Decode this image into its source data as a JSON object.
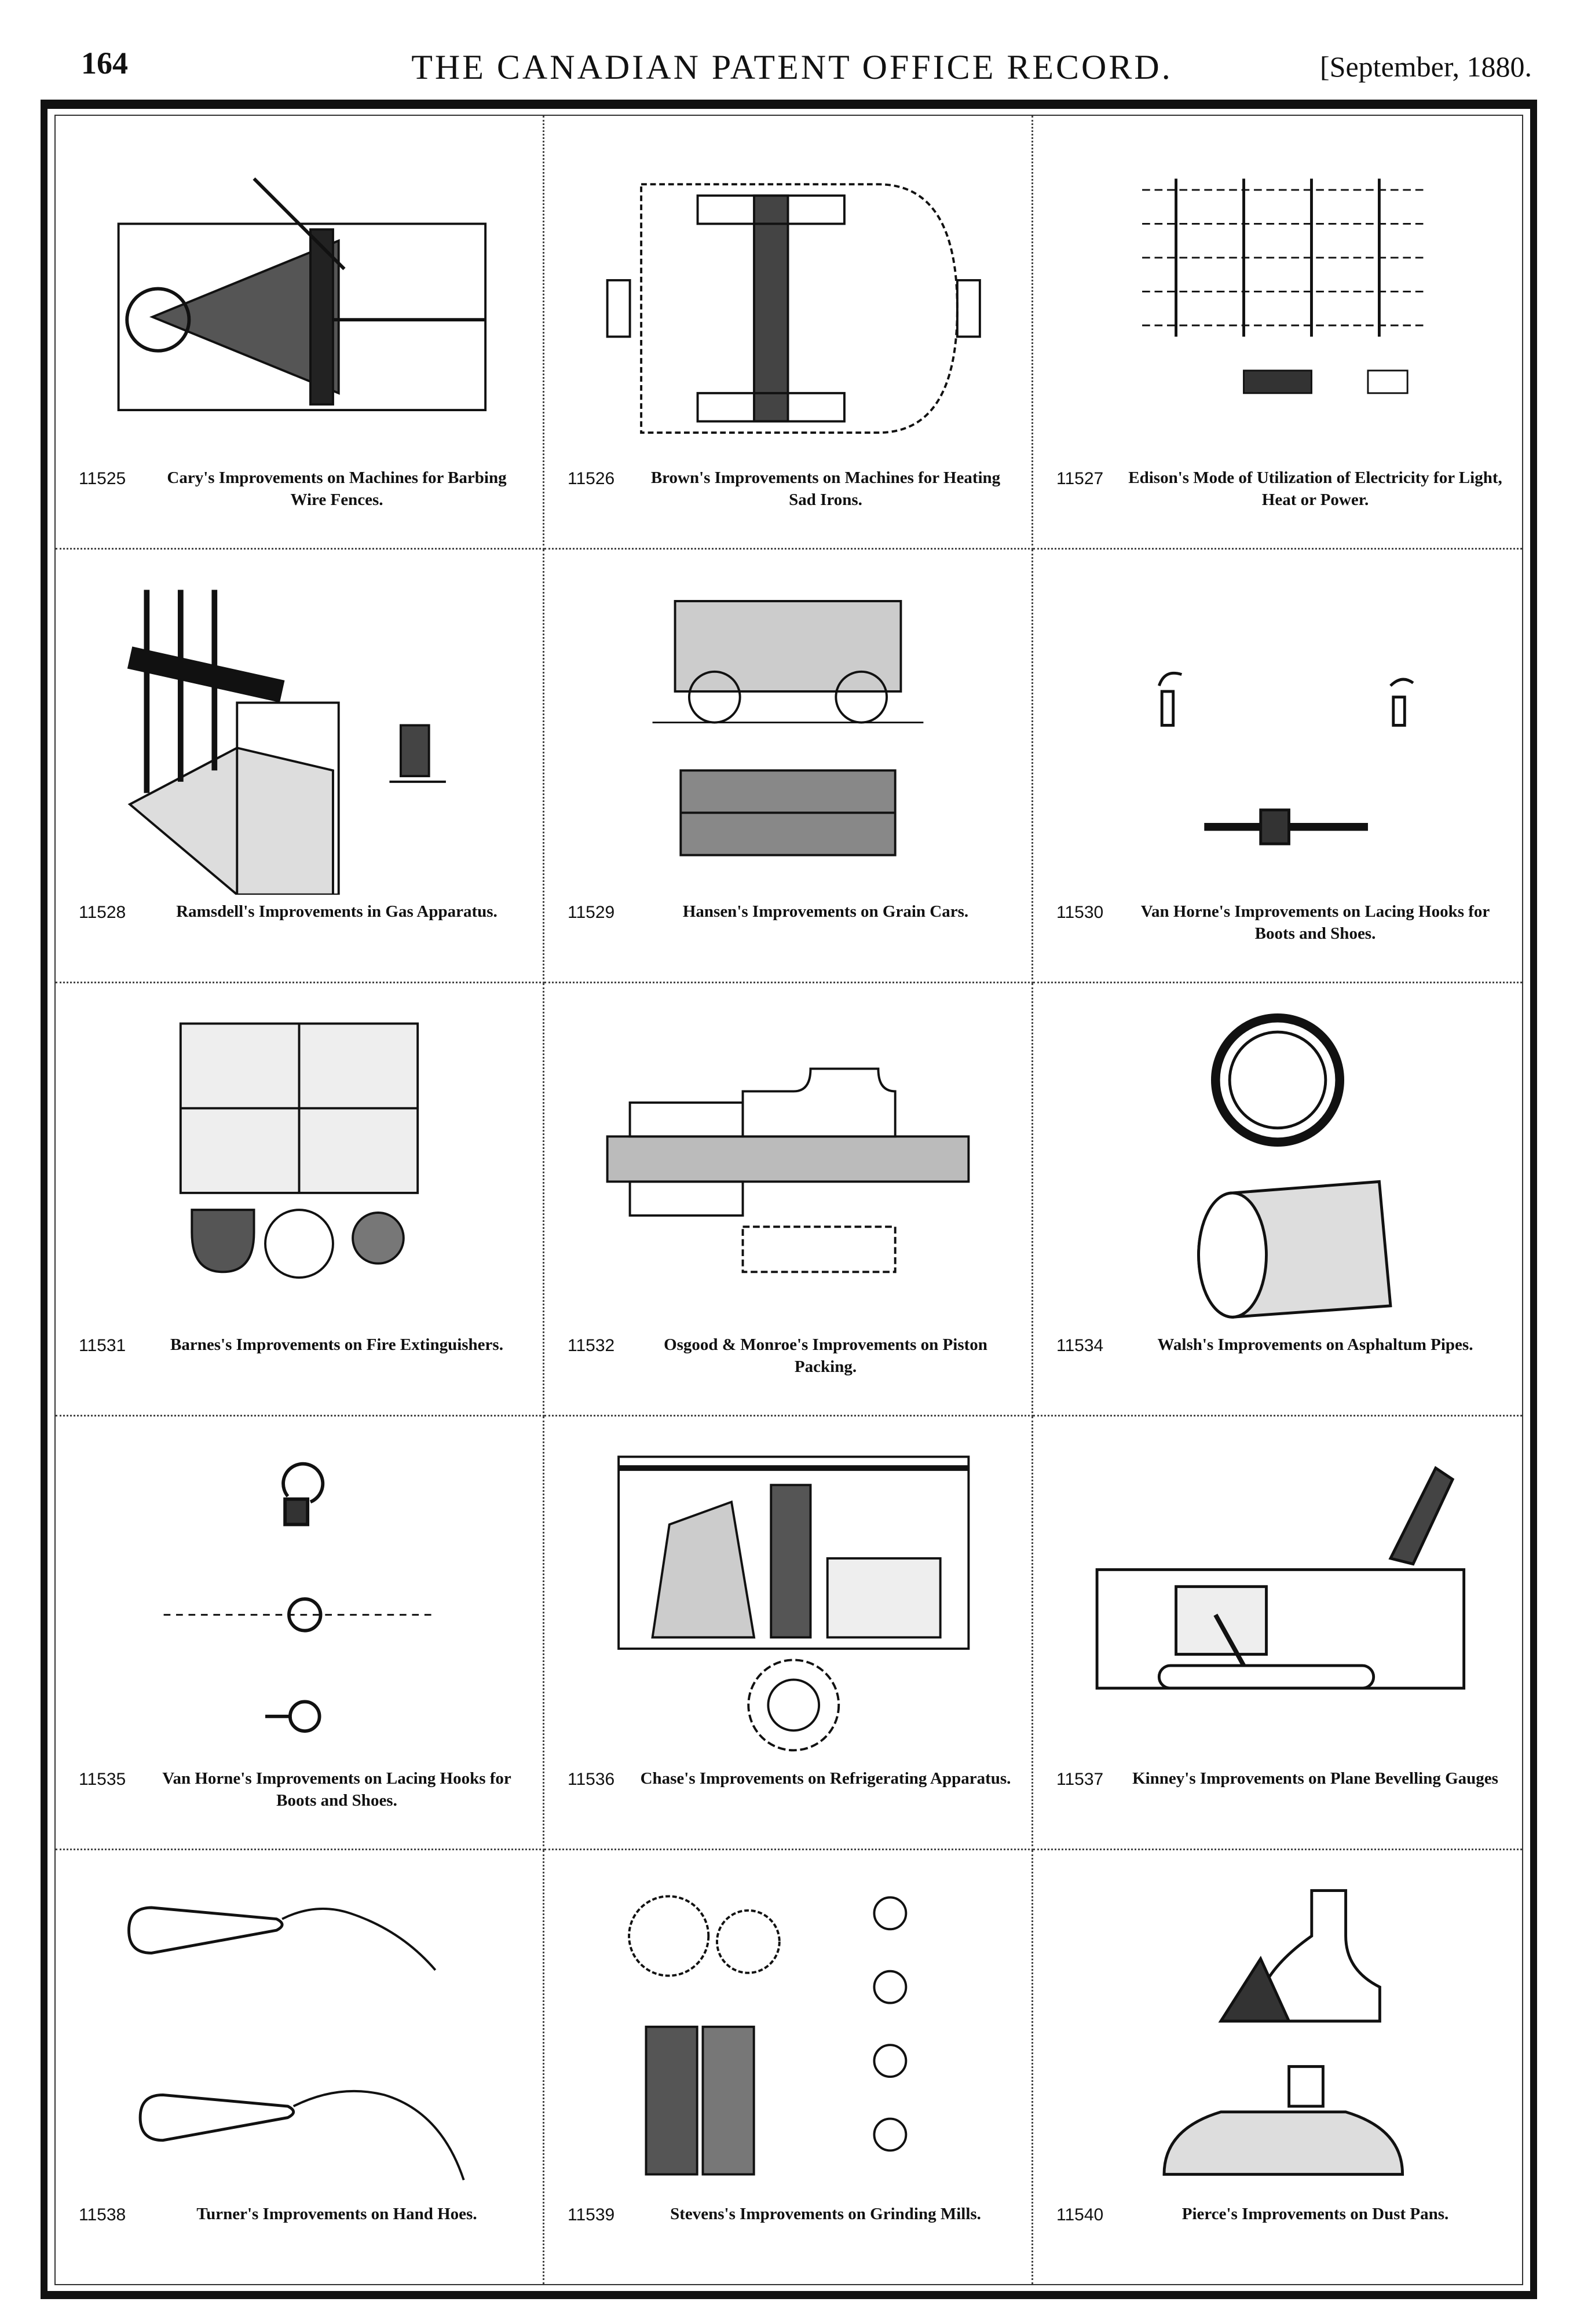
{
  "header": {
    "page_number": "164",
    "title": "THE CANADIAN PATENT OFFICE RECORD.",
    "date": "[September, 1880."
  },
  "patents": [
    {
      "number": "11525",
      "caption": "Cary's Improvements on Machines for Barbing Wire Fences."
    },
    {
      "number": "11526",
      "caption": "Brown's Improvements on Machines for Heating Sad Irons."
    },
    {
      "number": "11527",
      "caption": "Edison's Mode of Utilization of Electricity for Light, Heat or Power."
    },
    {
      "number": "11528",
      "caption": "Ramsdell's Improvements in Gas Apparatus."
    },
    {
      "number": "11529",
      "caption": "Hansen's Improvements on Grain Cars."
    },
    {
      "number": "11530",
      "caption": "Van Horne's Improvements on Lacing Hooks for Boots and Shoes."
    },
    {
      "number": "11531",
      "caption": "Barnes's Improvements on Fire Extinguishers."
    },
    {
      "number": "11532",
      "caption": "Osgood & Monroe's Improvements on Piston Packing."
    },
    {
      "number": "11534",
      "caption": "Walsh's Improvements on Asphaltum Pipes."
    },
    {
      "number": "11535",
      "caption": "Van Horne's Improvements on Lacing Hooks for Boots and Shoes."
    },
    {
      "number": "11536",
      "caption": "Chase's Improvements on Refrigerating Apparatus."
    },
    {
      "number": "11537",
      "caption": "Kinney's Improvements on Plane Bevelling Gauges"
    },
    {
      "number": "11538",
      "caption": "Turner's Improvements on Hand Hoes."
    },
    {
      "number": "11539",
      "caption": "Stevens's Improvements on Grinding Mills."
    },
    {
      "number": "11540",
      "caption": "Pierce's Improvements on Dust Pans."
    }
  ]
}
